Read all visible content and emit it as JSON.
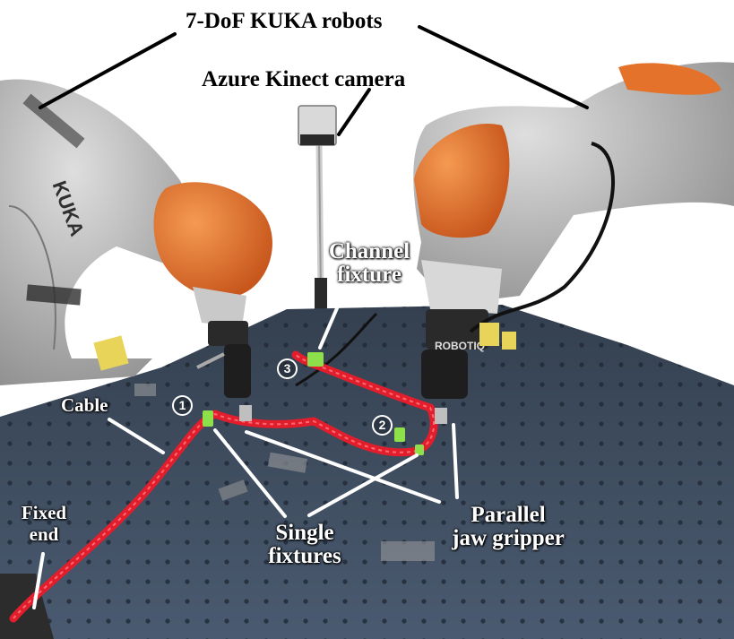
{
  "labels": {
    "robots": "7-DoF KUKA robots",
    "camera": "Azure Kinect camera",
    "channel_line1": "Channel",
    "channel_line2": "fixture",
    "cable": "Cable",
    "fixed_line1": "Fixed",
    "fixed_line2": "end",
    "single_line1": "Single",
    "single_line2": "fixtures",
    "gripper_line1": "Parallel",
    "gripper_line2": "jaw gripper"
  },
  "markers": {
    "one": "1",
    "two": "2",
    "three": "3"
  },
  "robot_text": {
    "left_brand": "KUKA",
    "right_brand": "ROBOTIQ"
  },
  "colors": {
    "table": "#3d4b5e",
    "robot_body": "#bdbdbd",
    "robot_accent": "#e4722b",
    "cable": "#e21e2d",
    "fixture": "#8ee04a"
  }
}
